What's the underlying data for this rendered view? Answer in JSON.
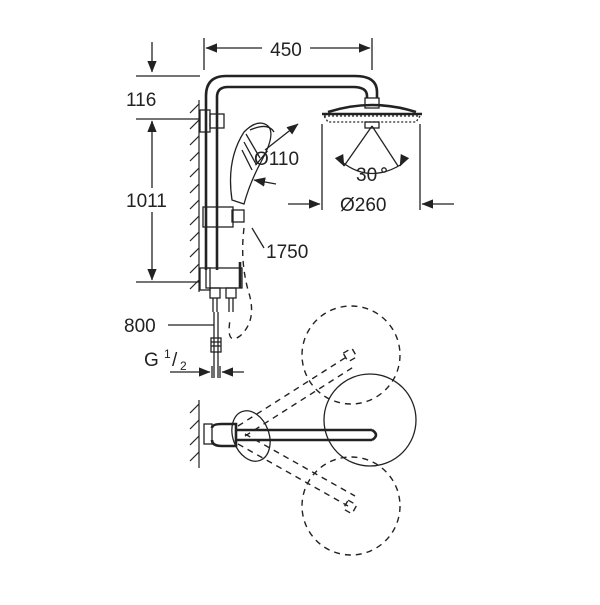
{
  "diagram": {
    "dimensions": {
      "width_top": "450",
      "height_top": "116",
      "height_main": "1011",
      "hand_shower_diameter": "Ø110",
      "head_diameter": "Ø260",
      "tilt_angle": "30",
      "hose_length": "1750",
      "inlet_height": "800",
      "thread": "G",
      "thread_numerator": "1",
      "thread_denominator": "2"
    },
    "colors": {
      "line": "#222222",
      "background": "#ffffff"
    }
  }
}
